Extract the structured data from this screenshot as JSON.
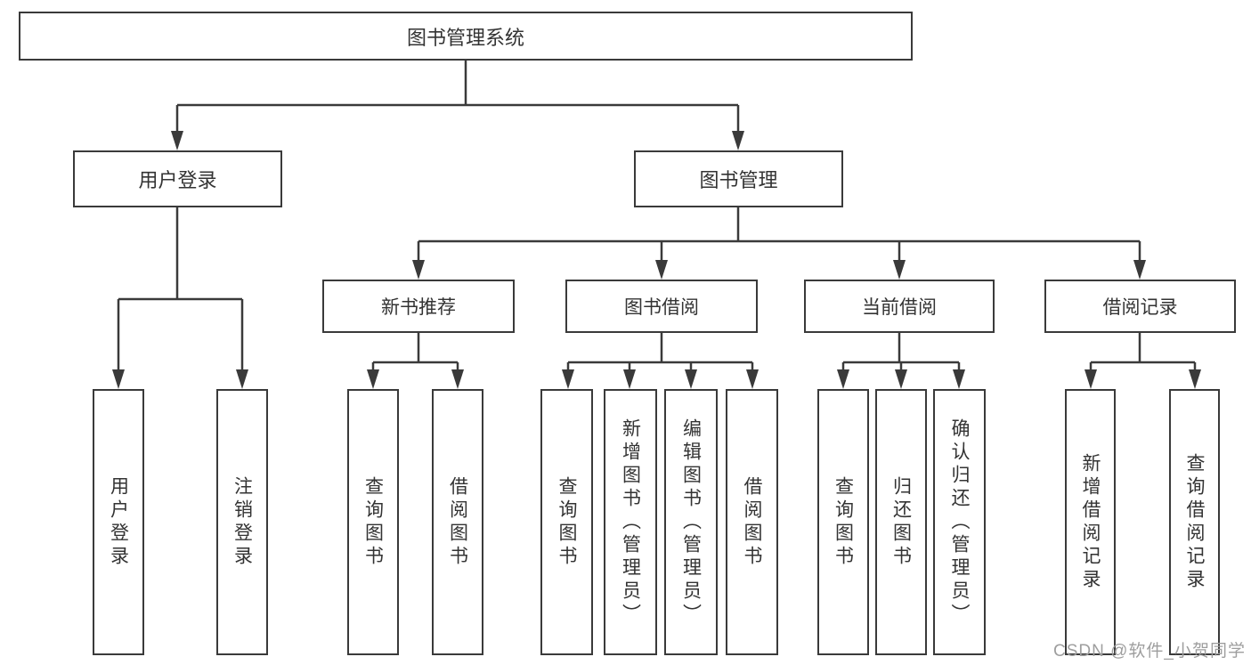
{
  "diagram": {
    "root": {
      "label": "图书管理系统"
    },
    "branches": [
      {
        "label": "用户登录",
        "children": [
          {
            "label": "用户登录"
          },
          {
            "label": "注销登录"
          }
        ]
      },
      {
        "label": "图书管理",
        "children": [
          {
            "label": "新书推荐",
            "children": [
              {
                "label": "查询图书"
              },
              {
                "label": "借阅图书"
              }
            ]
          },
          {
            "label": "图书借阅",
            "children": [
              {
                "label": "查询图书"
              },
              {
                "label": "新增图书（管理员）"
              },
              {
                "label": "编辑图书（管理员）"
              },
              {
                "label": "借阅图书"
              }
            ]
          },
          {
            "label": "当前借阅",
            "children": [
              {
                "label": "查询图书"
              },
              {
                "label": "归还图书"
              },
              {
                "label": "确认归还（管理员）"
              }
            ]
          },
          {
            "label": "借阅记录",
            "children": [
              {
                "label": "新增借阅记录"
              },
              {
                "label": "查询借阅记录"
              }
            ]
          }
        ]
      }
    ],
    "watermark": "CSDN @软件_小贺同学",
    "colors": {
      "line": "#3a3a3a",
      "text": "#333333",
      "watermark": "#9e9e9e",
      "background": "#ffffff"
    }
  }
}
